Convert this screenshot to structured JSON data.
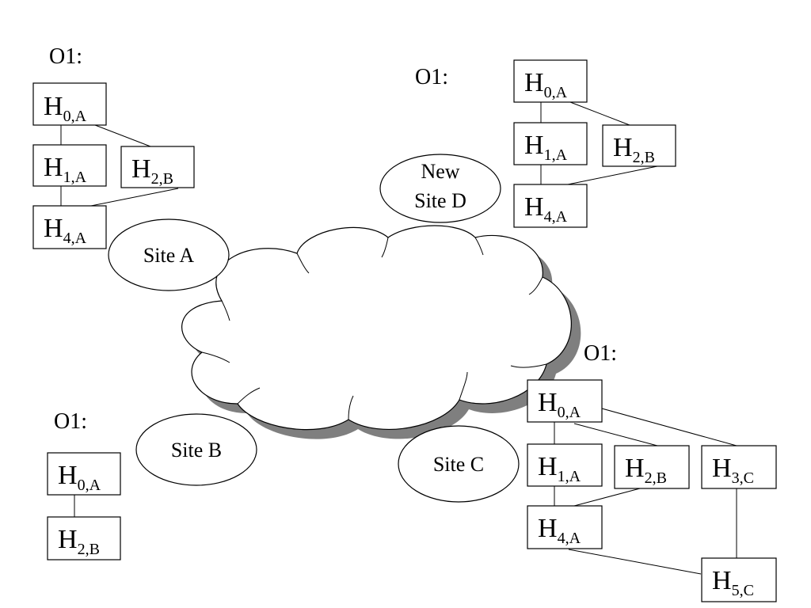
{
  "groups": {
    "site_a_o1": {
      "label": "O1:",
      "nodes": {
        "h0a": {
          "base": "H",
          "sub": "0,A"
        },
        "h1a": {
          "base": "H",
          "sub": "1,A"
        },
        "h2b": {
          "base": "H",
          "sub": "2,B"
        },
        "h4a": {
          "base": "H",
          "sub": "4,A"
        }
      }
    },
    "site_d_o1": {
      "label": "O1:",
      "nodes": {
        "h0a": {
          "base": "H",
          "sub": "0,A"
        },
        "h1a": {
          "base": "H",
          "sub": "1,A"
        },
        "h2b": {
          "base": "H",
          "sub": "2,B"
        },
        "h4a": {
          "base": "H",
          "sub": "4,A"
        }
      }
    },
    "site_b_o1": {
      "label": "O1:",
      "nodes": {
        "h0a": {
          "base": "H",
          "sub": "0,A"
        },
        "h2b": {
          "base": "H",
          "sub": "2,B"
        }
      }
    },
    "site_c_o1": {
      "label": "O1:",
      "nodes": {
        "h0a": {
          "base": "H",
          "sub": "0,A"
        },
        "h1a": {
          "base": "H",
          "sub": "1,A"
        },
        "h2b": {
          "base": "H",
          "sub": "2,B"
        },
        "h3c": {
          "base": "H",
          "sub": "3,C"
        },
        "h4a": {
          "base": "H",
          "sub": "4,A"
        },
        "h5c": {
          "base": "H",
          "sub": "5,C"
        }
      }
    }
  },
  "sites": {
    "a": {
      "label": "Site A"
    },
    "b": {
      "label": "Site B"
    },
    "c": {
      "label": "Site C"
    },
    "d": {
      "line1": "New",
      "line2": "Site D"
    }
  }
}
